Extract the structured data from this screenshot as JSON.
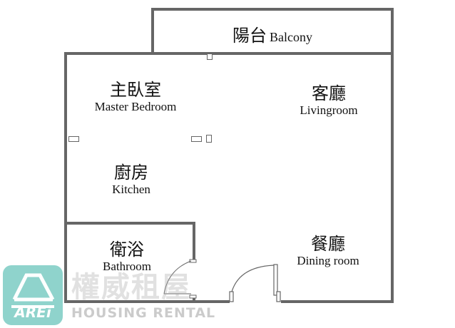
{
  "floorplan": {
    "rooms": [
      {
        "id": "balcony",
        "zh": "陽台",
        "en": "Balcony"
      },
      {
        "id": "master_bedroom",
        "zh": "主臥室",
        "en": "Master Bedroom"
      },
      {
        "id": "livingroom",
        "zh": "客廳",
        "en": "Livingroom"
      },
      {
        "id": "kitchen",
        "zh": "廚房",
        "en": "Kitchen"
      },
      {
        "id": "bathroom",
        "zh": "衛浴",
        "en": "Bathroom"
      },
      {
        "id": "dining_room",
        "zh": "餐廳",
        "en": "Dining room"
      }
    ],
    "wall_color": "#666666"
  },
  "branding": {
    "logo_text": "AREi",
    "logo_color": "#8fd3cc",
    "watermark_zh": "權威租屋",
    "watermark_en": "HOUSING RENTAL"
  }
}
